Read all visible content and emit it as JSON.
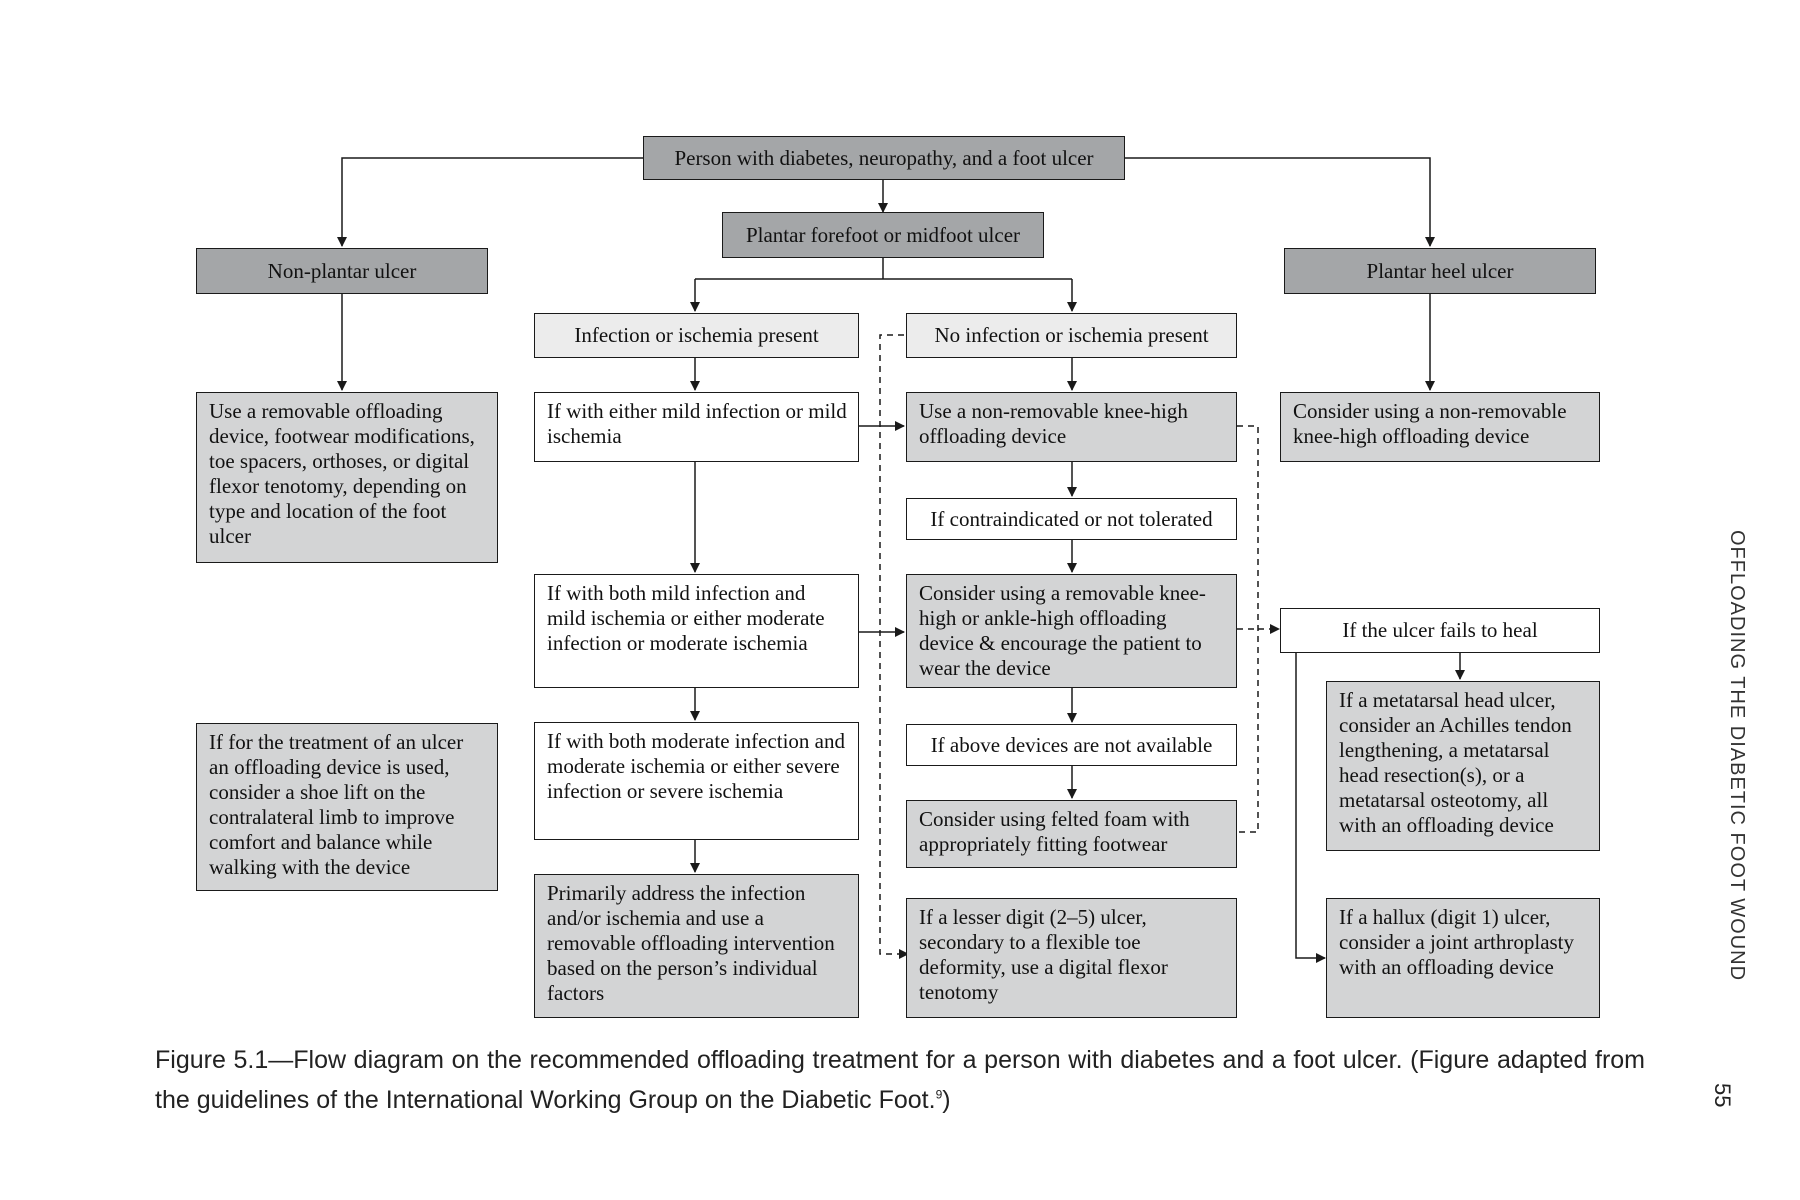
{
  "flowchart": {
    "root": "Person with diabetes, neuropathy, and a foot ulcer",
    "plantar_forefoot": "Plantar forefoot or midfoot ulcer",
    "non_plantar": {
      "heading": "Non-plantar ulcer",
      "advice": "Use a removable offloading device, footwear modifications, toe spacers, orthoses, or digital flexor tenotomy, depending on type and location of the foot ulcer",
      "shoe_lift": "If for the treatment of an ulcer an offloading device is used, consider a shoe lift on the contralateral limb to improve comfort and balance while walking with the device"
    },
    "infection_branch": {
      "heading": "Infection or ischemia present",
      "mild": "If with either mild infection or mild ischemia",
      "both_mild": "If with both mild infection and mild ischemia or either moderate infection or moderate ischemia",
      "both_moderate": "If with both moderate infection and moderate ischemia or either severe infection or severe ischemia",
      "primary": "Primarily address the infection and/or ischemia and use a removable offloading intervention based on the person’s individual factors"
    },
    "no_infection_branch": {
      "heading": "No infection or ischemia present",
      "non_removable": "Use a non-removable knee-high offloading device",
      "contraindicated": "If contraindicated or not tolerated",
      "removable": "Consider using a removable knee-high or ankle-high offloading device & encourage the patient to wear the device",
      "not_available": "If above devices are not available",
      "felted_foam": "Consider using felted foam with appropriately fitting footwear",
      "lesser_digit": "If a lesser digit (2–5) ulcer, secondary to a flexible toe deformity, use a digital flexor tenotomy"
    },
    "heel_branch": {
      "heading": "Plantar heel ulcer",
      "advice": "Consider using a non-removable knee-high offloading device",
      "fails_to_heal": "If the ulcer fails to heal",
      "metatarsal": "If a metatarsal head ulcer, consider an Achilles tendon lengthening, a metatarsal head resection(s), or a metatarsal osteotomy, all with an offloading device",
      "hallux": "If a hallux (digit 1) ulcer, consider a joint arthroplasty with an offloading device"
    }
  },
  "caption": {
    "text": "Figure 5.1—Flow diagram on the recommended offloading treatment for a person with diabetes and a foot ulcer. (Figure adapted from the guidelines of the International Working Group on the Diabetic Foot.",
    "ref": "9",
    "close": ")"
  },
  "side_header": "OFFLOADING THE DIABETIC FOOT WOUND",
  "page_number": "55",
  "colors": {
    "dark_box": "#a4a6a8",
    "mid_box": "#d3d4d5",
    "light_box": "#ececec",
    "line": "#1a1a1a"
  }
}
